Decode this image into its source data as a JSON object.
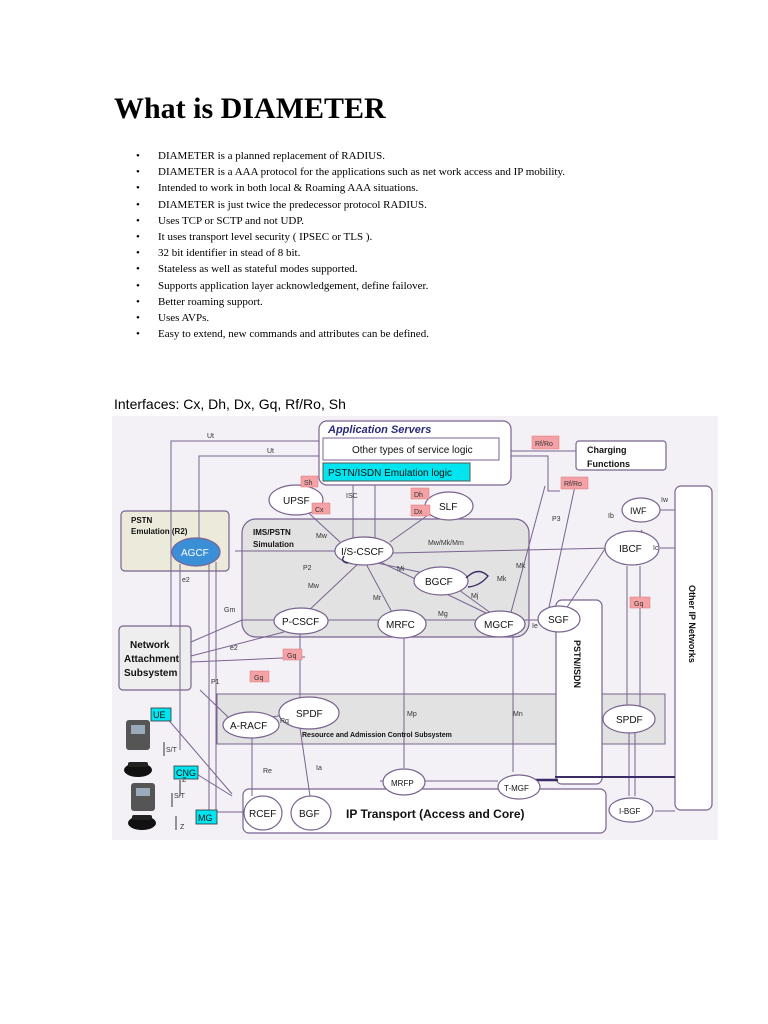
{
  "document": {
    "title": "What is DIAMETER",
    "bullets": [
      "DIAMETER is a planned replacement of RADIUS.",
      "DIAMETER is a AAA protocol for the applications such as net work access and IP mobility.",
      "Intended to work in both local & Roaming AAA situations.",
      "DIAMETER is just twice the predecessor protocol RADIUS.",
      "Uses TCP or SCTP and not UDP.",
      "It uses transport level security ( IPSEC or TLS ).",
      "32 bit identifier in stead of 8 bit.",
      "Stateless as well as stateful modes supported.",
      "Supports application layer acknowledgement, define failover.",
      "Better roaming support.",
      "Uses AVPs.",
      "Easy to extend, new commands and attributes can be defined."
    ],
    "interfaces_label": "Interfaces: Cx, Dh, Dx, Gq, Rf/Ro, Sh"
  },
  "diagram": {
    "app_servers": "Application Servers",
    "other_logic": "Other types of service logic",
    "pstn_logic": "PSTN/ISDN Emulation logic",
    "charging": [
      "Charging",
      "Functions"
    ],
    "pstn_emulation": [
      "PSTN",
      "Emulation (R2)"
    ],
    "ims_sim": [
      "IMS/PSTN",
      "Simulation"
    ],
    "nass": [
      "Network",
      "Attachment",
      "Subsystem"
    ],
    "racs": "Resource and Admission Control Subsystem",
    "ip_transport": "IP Transport (Access and Core)",
    "pstn_isdn": "PSTN/ISDN",
    "other_ip": "Other IP Networks",
    "nodes": {
      "upsf": "UPSF",
      "slf": "SLF",
      "agcf": "AGCF",
      "iscscf": "I/S-CSCF",
      "bgcf": "BGCF",
      "pcscf": "P-CSCF",
      "mrfc": "MRFC",
      "mgcf": "MGCF",
      "sgf": "SGF",
      "iwf": "IWF",
      "ibcf": "IBCF",
      "spdf1": "SPDF",
      "spdf2": "SPDF",
      "aracf": "A-RACF",
      "rcef": "RCEF",
      "bgf": "BGF",
      "mrfp": "MRFP",
      "tmgf": "T-MGF",
      "ibgf": "I-BGF"
    },
    "devices": {
      "ue": "UE",
      "cng": "CNG",
      "mg": "MG"
    },
    "tags": {
      "rfro1": "Rf/Ro",
      "rfro2": "Rf/Ro",
      "sh": "Sh",
      "cx": "Cx",
      "dh": "Dh",
      "dx": "Dx",
      "gq1": "Gq",
      "gq2": "Gq",
      "gq3": "Gq"
    },
    "labels": {
      "ut1": "Ut",
      "ut2": "Ut",
      "isc": "ISC",
      "p3": "P3",
      "ib": "Ib",
      "iw": "Iw",
      "ic": "Ic",
      "mw1": "Mw",
      "mwmkmm": "Mw/Mk/Mm",
      "mk1": "Mk",
      "mk2": "Mk",
      "mi": "Mi",
      "mj": "Mj",
      "p2": "P2",
      "mw2": "Mw",
      "mr": "Mr",
      "mg": "Mg",
      "ie": "Ie",
      "e2a": "e2",
      "e2b": "e2",
      "gm": "Gm",
      "p1": "P1",
      "rq": "Rq",
      "mp": "Mp",
      "mn": "Mn",
      "re": "Re",
      "ia": "Ia",
      "st1": "S/T",
      "st2": "S/T",
      "z1": "Z",
      "z2": "Z"
    }
  }
}
